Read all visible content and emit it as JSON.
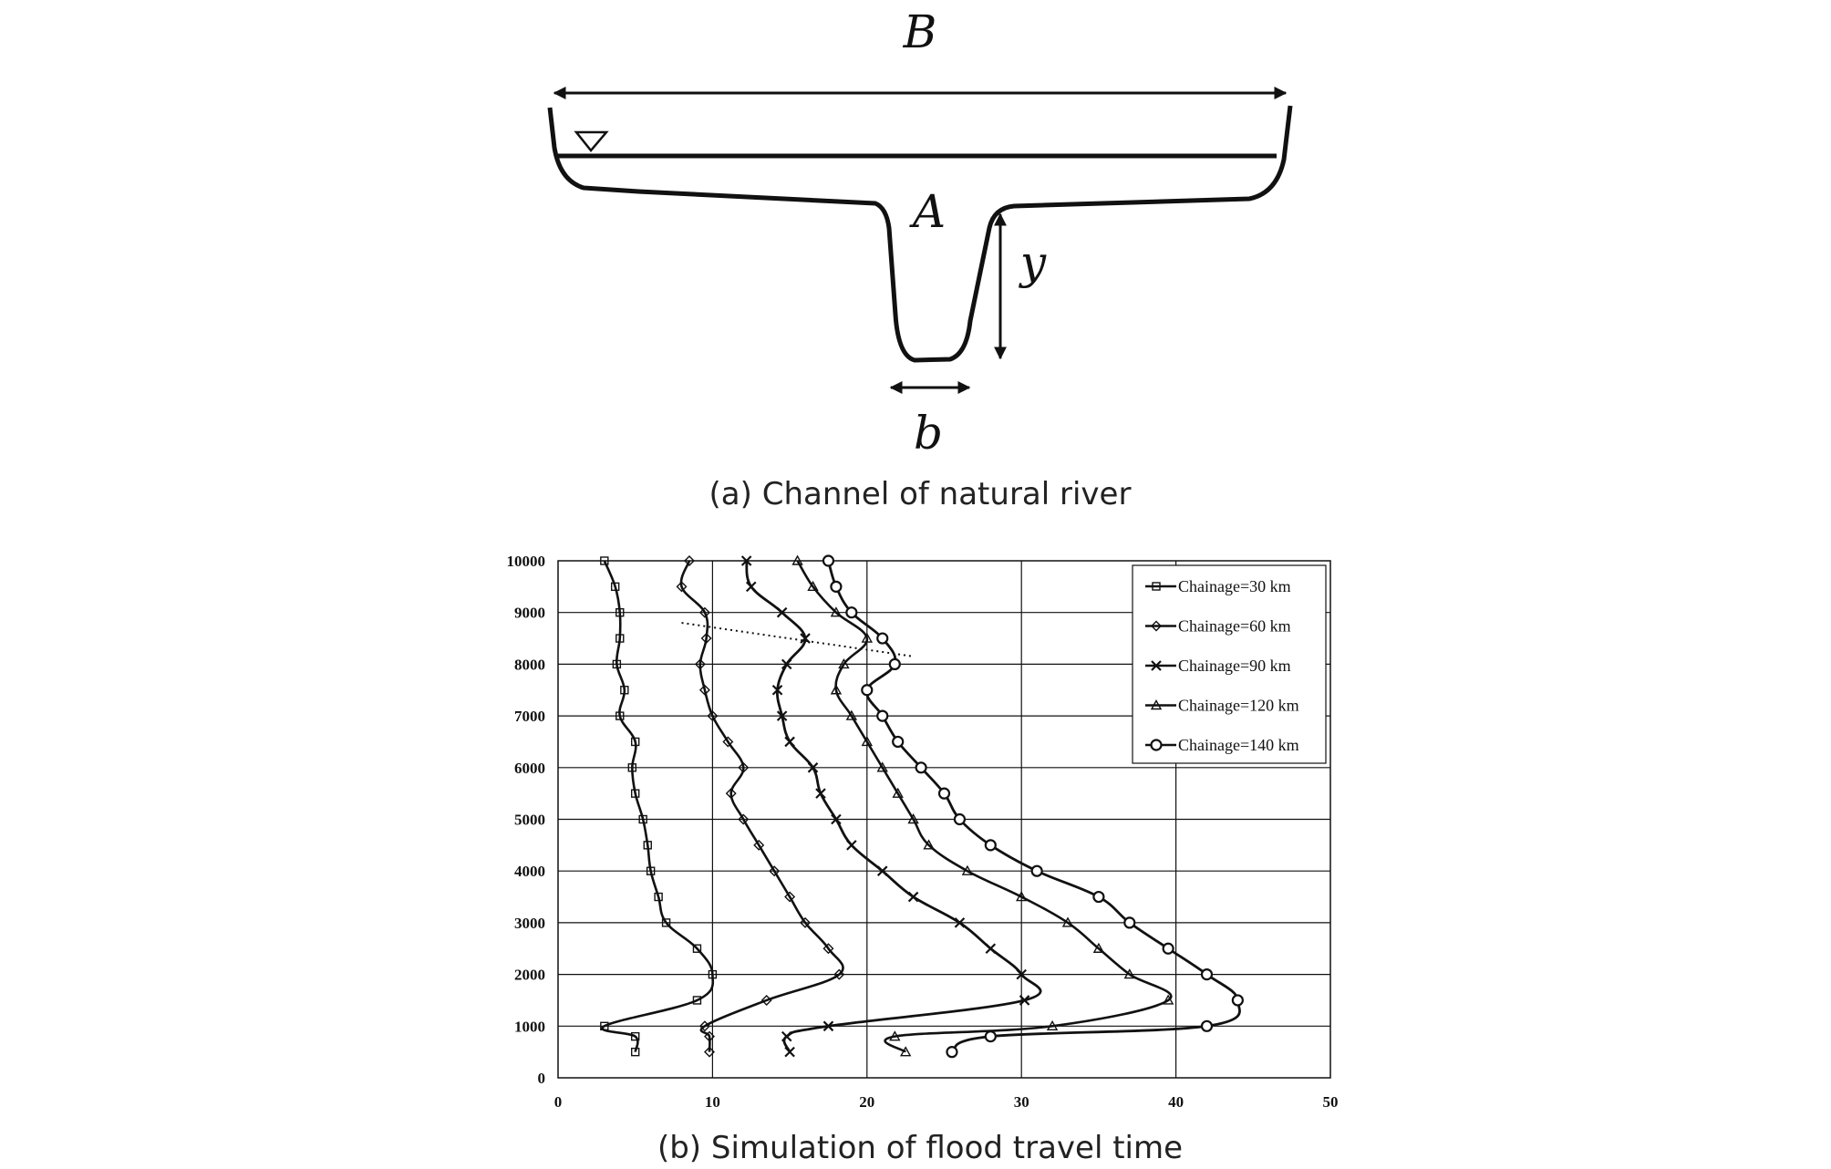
{
  "channel": {
    "caption": "(a) Channel of natural river",
    "labels": {
      "B": "B",
      "A": "A",
      "y": "y",
      "b": "b"
    }
  },
  "caption_b": "(b) Simulation of flood travel time",
  "chart_data": {
    "type": "line",
    "title": "",
    "xlabel": "",
    "ylabel": "",
    "xlim": [
      0,
      50
    ],
    "ylim": [
      0,
      10000
    ],
    "xticks": [
      0,
      10,
      20,
      30,
      40,
      50
    ],
    "yticks": [
      0,
      1000,
      2000,
      3000,
      4000,
      5000,
      6000,
      7000,
      8000,
      9000,
      10000
    ],
    "grid": true,
    "legend_position": "top-right",
    "series": [
      {
        "name": "Chainage=30 km",
        "marker": "square",
        "points": [
          [
            5,
            500
          ],
          [
            5,
            800
          ],
          [
            3,
            1000
          ],
          [
            9,
            1500
          ],
          [
            10,
            2000
          ],
          [
            9,
            2500
          ],
          [
            7,
            3000
          ],
          [
            6.5,
            3500
          ],
          [
            6,
            4000
          ],
          [
            5.8,
            4500
          ],
          [
            5.5,
            5000
          ],
          [
            5,
            5500
          ],
          [
            4.8,
            6000
          ],
          [
            5,
            6500
          ],
          [
            4,
            7000
          ],
          [
            4.3,
            7500
          ],
          [
            3.8,
            8000
          ],
          [
            4,
            8500
          ],
          [
            4,
            9000
          ],
          [
            3.7,
            9500
          ],
          [
            3,
            10000
          ]
        ]
      },
      {
        "name": "Chainage=60 km",
        "marker": "diamond",
        "points": [
          [
            9.8,
            500
          ],
          [
            9.8,
            800
          ],
          [
            9.5,
            1000
          ],
          [
            13.5,
            1500
          ],
          [
            18.2,
            2000
          ],
          [
            17.5,
            2500
          ],
          [
            16,
            3000
          ],
          [
            15,
            3500
          ],
          [
            14,
            4000
          ],
          [
            13,
            4500
          ],
          [
            12,
            5000
          ],
          [
            11.2,
            5500
          ],
          [
            12,
            6000
          ],
          [
            11,
            6500
          ],
          [
            10,
            7000
          ],
          [
            9.5,
            7500
          ],
          [
            9.2,
            8000
          ],
          [
            9.6,
            8500
          ],
          [
            9.5,
            9000
          ],
          [
            8,
            9500
          ],
          [
            8.5,
            10000
          ]
        ]
      },
      {
        "name": "Chainage=90 km",
        "marker": "x",
        "points": [
          [
            15,
            500
          ],
          [
            14.8,
            800
          ],
          [
            17.5,
            1000
          ],
          [
            30.2,
            1500
          ],
          [
            30,
            2000
          ],
          [
            28,
            2500
          ],
          [
            26,
            3000
          ],
          [
            23,
            3500
          ],
          [
            21,
            4000
          ],
          [
            19,
            4500
          ],
          [
            18,
            5000
          ],
          [
            17,
            5500
          ],
          [
            16.5,
            6000
          ],
          [
            15,
            6500
          ],
          [
            14.5,
            7000
          ],
          [
            14.2,
            7500
          ],
          [
            14.8,
            8000
          ],
          [
            16,
            8500
          ],
          [
            14.5,
            9000
          ],
          [
            12.5,
            9500
          ],
          [
            12.2,
            10000
          ]
        ]
      },
      {
        "name": "Chainage=120 km",
        "marker": "triangle",
        "points": [
          [
            22.5,
            500
          ],
          [
            21.8,
            800
          ],
          [
            32,
            1000
          ],
          [
            39.5,
            1500
          ],
          [
            37,
            2000
          ],
          [
            35,
            2500
          ],
          [
            33,
            3000
          ],
          [
            30,
            3500
          ],
          [
            26.5,
            4000
          ],
          [
            24,
            4500
          ],
          [
            23,
            5000
          ],
          [
            22,
            5500
          ],
          [
            21,
            6000
          ],
          [
            20,
            6500
          ],
          [
            19,
            7000
          ],
          [
            18,
            7500
          ],
          [
            18.5,
            8000
          ],
          [
            20,
            8500
          ],
          [
            18,
            9000
          ],
          [
            16.5,
            9500
          ],
          [
            15.5,
            10000
          ]
        ]
      },
      {
        "name": "Chainage=140 km",
        "marker": "circle",
        "points": [
          [
            25.5,
            500
          ],
          [
            28,
            800
          ],
          [
            42,
            1000
          ],
          [
            44,
            1500
          ],
          [
            42,
            2000
          ],
          [
            39.5,
            2500
          ],
          [
            37,
            3000
          ],
          [
            35,
            3500
          ],
          [
            31,
            4000
          ],
          [
            28,
            4500
          ],
          [
            26,
            5000
          ],
          [
            25,
            5500
          ],
          [
            23.5,
            6000
          ],
          [
            22,
            6500
          ],
          [
            21,
            7000
          ],
          [
            20,
            7500
          ],
          [
            21.8,
            8000
          ],
          [
            21,
            8500
          ],
          [
            19,
            9000
          ],
          [
            18,
            9500
          ],
          [
            17.5,
            10000
          ]
        ]
      }
    ],
    "annotations": [
      {
        "type": "dotted-line",
        "from": [
          8,
          8800
        ],
        "to": [
          23,
          8150
        ]
      }
    ]
  }
}
